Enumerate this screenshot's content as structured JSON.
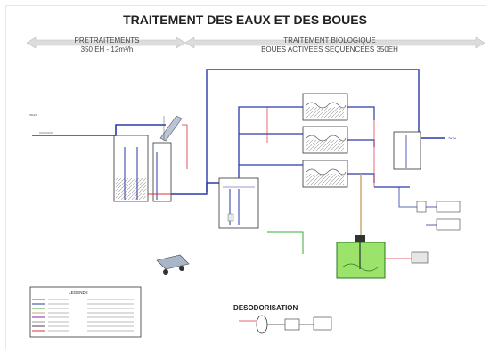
{
  "title": "TRAITEMENT DES EAUX ET DES BOUES",
  "sections": {
    "pretreatment": {
      "label": "PRETRAITEMENTS",
      "sub": "350 EH - 12m³/h"
    },
    "biological": {
      "label": "TRAITEMENT BIOLOGIQUE",
      "sub": "BOUES ACTIVEES SEQUENCEES 350EH"
    }
  },
  "deodorization": {
    "label": "DESODORISATION"
  },
  "legend": {
    "title": "LEGENDE"
  },
  "colors": {
    "blue_pipe": "#2a3aa8",
    "red_pipe": "#d8313b",
    "green_pipe": "#39a93a",
    "sludge_pipe": "#c9a46b",
    "banner": "#dcdcdc",
    "sludge_tank": "#9be36a"
  }
}
